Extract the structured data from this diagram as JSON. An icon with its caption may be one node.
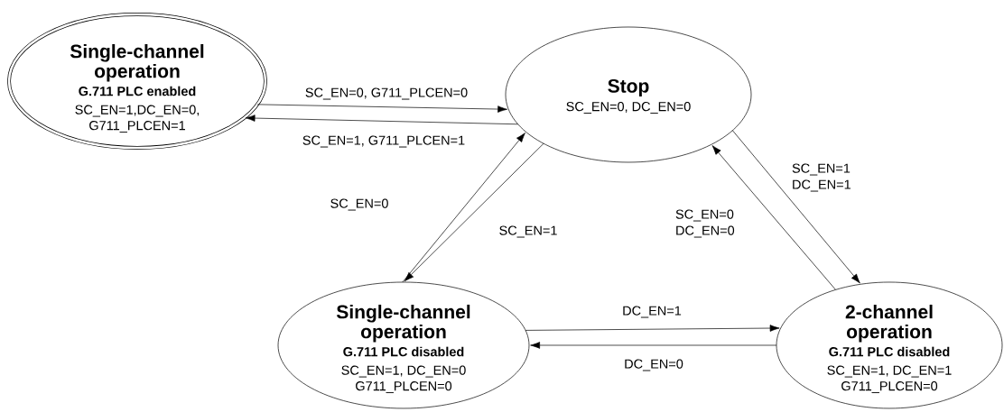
{
  "diagram": {
    "nodes": [
      {
        "text": [
          "Single-channel operation",
          "G.711 PLC enabled",
          "SC_EN=1,DC_EN=0, G711_PLCEN=1"
        ]
      },
      {
        "text": [
          "Stop",
          "SC_EN=0, DC_EN=0"
        ]
      },
      {
        "text": [
          "Single-channel operation",
          "G.711 PLC disabled",
          "SC_EN=1, DC_EN=0 G711_PLCEN=0"
        ]
      },
      {
        "text": [
          "2-channel operation",
          "G.711 PLC disabled",
          "SC_EN=1, DC_EN=1 G711_PLCEN=0"
        ]
      }
    ],
    "edges": [
      {
        "from": 0,
        "to": 1,
        "arrow": "to",
        "label": "SC_EN=0, G711_PLCEN=0"
      },
      {
        "from": 1,
        "to": 0,
        "arrow": "to",
        "label": "SC_EN=1, G711_PLCEN=1"
      },
      {
        "from": 2,
        "to": 1,
        "arrow": "to",
        "label": "SC_EN=0"
      },
      {
        "from": 1,
        "to": 2,
        "arrow": "to",
        "label": "SC_EN=1"
      },
      {
        "from": 3,
        "to": 1,
        "arrow": "to",
        "label": "SC_EN=0 DC_EN=0"
      },
      {
        "from": 1,
        "to": 3,
        "arrow": "to",
        "label": "SC_EN=1 DC_EN=1"
      },
      {
        "from": 2,
        "to": 3,
        "arrow": "to",
        "label": "DC_EN=1"
      },
      {
        "from": 3,
        "to": 2,
        "arrow": "to",
        "label": "DC_EN=0"
      }
    ]
  }
}
